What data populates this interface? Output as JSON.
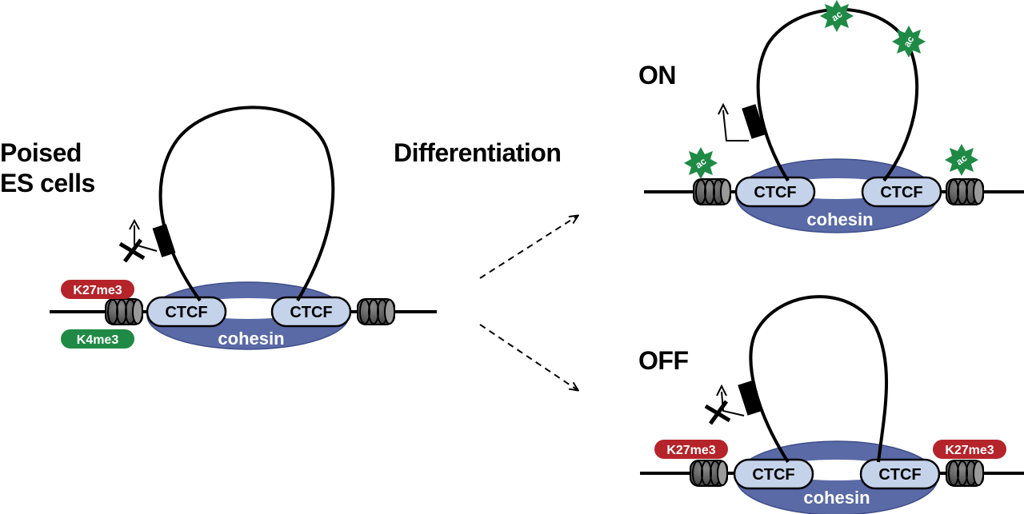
{
  "labels": {
    "poised_line1": "Poised",
    "poised_line2": "ES cells",
    "differentiation": "Differentiation",
    "on": "ON",
    "off": "OFF"
  },
  "elements": {
    "ctcf": "CTCF",
    "cohesin": "cohesin",
    "k27me3": "K27me3",
    "k4me3": "K4me3",
    "ac": "ac"
  },
  "colors": {
    "cohesin_ring": "#5a6aa6",
    "ctcf_fill": "#c5d3ea",
    "k27me3_badge": "#b5242a",
    "k4me3_badge": "#1f8a45",
    "ac_star": "#1f8a45",
    "nucleosome": "#555555"
  }
}
